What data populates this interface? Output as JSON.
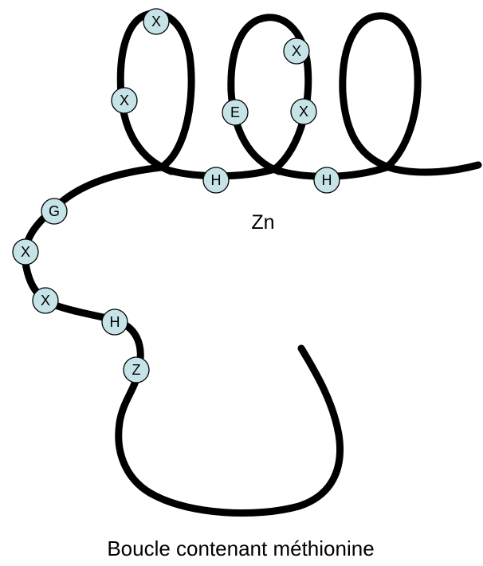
{
  "diagram": {
    "metal_label": "Zn",
    "caption": "Boucle contenant méthionine",
    "colors": {
      "strand": "#000000",
      "residue_fill": "#c6e3e8",
      "residue_stroke": "#000000",
      "background": "#ffffff"
    },
    "residues": [
      {
        "id": "helix-loop1-top",
        "letter": "X"
      },
      {
        "id": "helix-loop1-left",
        "letter": "X"
      },
      {
        "id": "helix-loop2-e",
        "letter": "E"
      },
      {
        "id": "helix-loop2-top",
        "letter": "X"
      },
      {
        "id": "helix-loop2-right",
        "letter": "X"
      },
      {
        "id": "helix-h1",
        "letter": "H"
      },
      {
        "id": "helix-h2",
        "letter": "H"
      },
      {
        "id": "chain-g",
        "letter": "G"
      },
      {
        "id": "chain-x1",
        "letter": "X"
      },
      {
        "id": "chain-x2",
        "letter": "X"
      },
      {
        "id": "chain-h",
        "letter": "H"
      },
      {
        "id": "chain-z",
        "letter": "Z"
      }
    ]
  }
}
